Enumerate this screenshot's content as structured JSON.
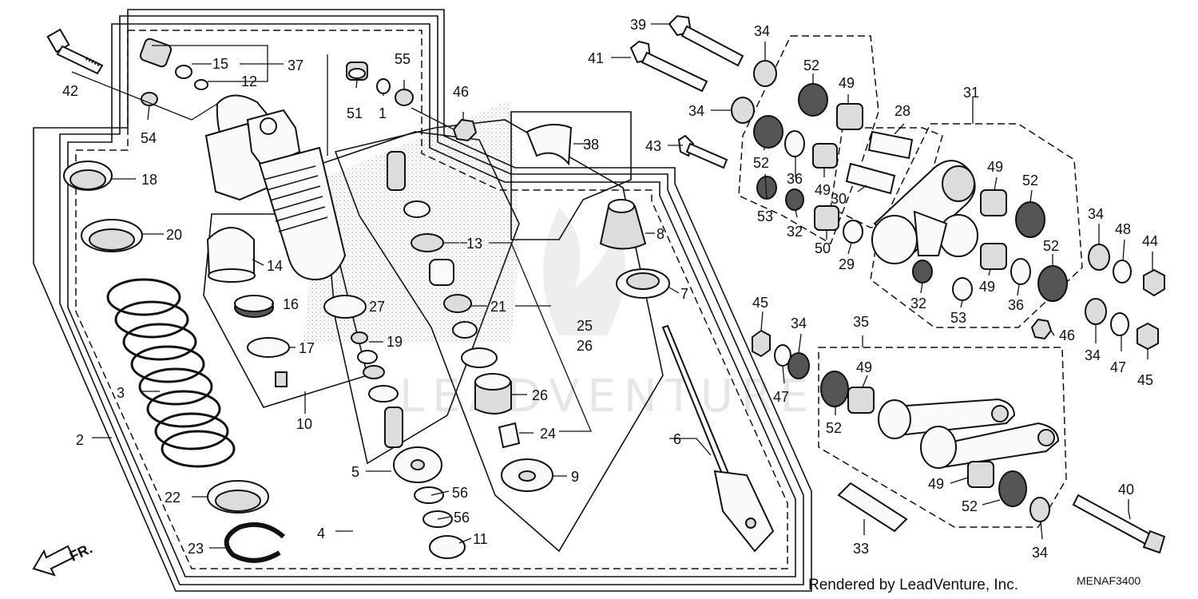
{
  "footer": {
    "rendered_by": "Rendered by LeadVenture, Inc.",
    "code": "MENAF3400"
  },
  "watermark": "LEADVENTURE",
  "front_arrow_label": "FR.",
  "callouts": [
    {
      "id": "c1",
      "text": "1"
    },
    {
      "id": "c2",
      "text": "2"
    },
    {
      "id": "c3",
      "text": "3"
    },
    {
      "id": "c4",
      "text": "4"
    },
    {
      "id": "c5",
      "text": "5"
    },
    {
      "id": "c6",
      "text": "6"
    },
    {
      "id": "c7",
      "text": "7"
    },
    {
      "id": "c8",
      "text": "8"
    },
    {
      "id": "c9",
      "text": "9"
    },
    {
      "id": "c10",
      "text": "10"
    },
    {
      "id": "c11",
      "text": "11"
    },
    {
      "id": "c12",
      "text": "12"
    },
    {
      "id": "c13",
      "text": "13"
    },
    {
      "id": "c14",
      "text": "14"
    },
    {
      "id": "c15",
      "text": "15"
    },
    {
      "id": "c16",
      "text": "16"
    },
    {
      "id": "c17",
      "text": "17"
    },
    {
      "id": "c18",
      "text": "18"
    },
    {
      "id": "c19",
      "text": "19"
    },
    {
      "id": "c20",
      "text": "20"
    },
    {
      "id": "c21",
      "text": "21"
    },
    {
      "id": "c22",
      "text": "22"
    },
    {
      "id": "c23",
      "text": "23"
    },
    {
      "id": "c24",
      "text": "24"
    },
    {
      "id": "c25",
      "text": "25"
    },
    {
      "id": "c26a",
      "text": "26"
    },
    {
      "id": "c26b",
      "text": "26"
    },
    {
      "id": "c27",
      "text": "27"
    },
    {
      "id": "c28",
      "text": "28"
    },
    {
      "id": "c29",
      "text": "29"
    },
    {
      "id": "c30",
      "text": "30"
    },
    {
      "id": "c31",
      "text": "31"
    },
    {
      "id": "c32a",
      "text": "32"
    },
    {
      "id": "c32b",
      "text": "32"
    },
    {
      "id": "c33",
      "text": "33"
    },
    {
      "id": "c34a",
      "text": "34"
    },
    {
      "id": "c34b",
      "text": "34"
    },
    {
      "id": "c34c",
      "text": "34"
    },
    {
      "id": "c34d",
      "text": "34"
    },
    {
      "id": "c34e",
      "text": "34"
    },
    {
      "id": "c34f",
      "text": "34"
    },
    {
      "id": "c35",
      "text": "35"
    },
    {
      "id": "c36a",
      "text": "36"
    },
    {
      "id": "c36b",
      "text": "36"
    },
    {
      "id": "c37",
      "text": "37"
    },
    {
      "id": "c38",
      "text": "38"
    },
    {
      "id": "c39",
      "text": "39"
    },
    {
      "id": "c40",
      "text": "40"
    },
    {
      "id": "c41",
      "text": "41"
    },
    {
      "id": "c42",
      "text": "42"
    },
    {
      "id": "c43",
      "text": "43"
    },
    {
      "id": "c44",
      "text": "44"
    },
    {
      "id": "c45a",
      "text": "45"
    },
    {
      "id": "c45b",
      "text": "45"
    },
    {
      "id": "c46a",
      "text": "46"
    },
    {
      "id": "c46b",
      "text": "46"
    },
    {
      "id": "c47a",
      "text": "47"
    },
    {
      "id": "c47b",
      "text": "47"
    },
    {
      "id": "c48",
      "text": "48"
    },
    {
      "id": "c49a",
      "text": "49"
    },
    {
      "id": "c49b",
      "text": "49"
    },
    {
      "id": "c49c",
      "text": "49"
    },
    {
      "id": "c49d",
      "text": "49"
    },
    {
      "id": "c49e",
      "text": "49"
    },
    {
      "id": "c49f",
      "text": "49"
    },
    {
      "id": "c50",
      "text": "50"
    },
    {
      "id": "c51",
      "text": "51"
    },
    {
      "id": "c52a",
      "text": "52"
    },
    {
      "id": "c52b",
      "text": "52"
    },
    {
      "id": "c52c",
      "text": "52"
    },
    {
      "id": "c52d",
      "text": "52"
    },
    {
      "id": "c52e",
      "text": "52"
    },
    {
      "id": "c52f",
      "text": "52"
    },
    {
      "id": "c53a",
      "text": "53"
    },
    {
      "id": "c53b",
      "text": "53"
    },
    {
      "id": "c54",
      "text": "54"
    },
    {
      "id": "c55",
      "text": "55"
    },
    {
      "id": "c56a",
      "text": "56"
    },
    {
      "id": "c56b",
      "text": "56"
    }
  ]
}
